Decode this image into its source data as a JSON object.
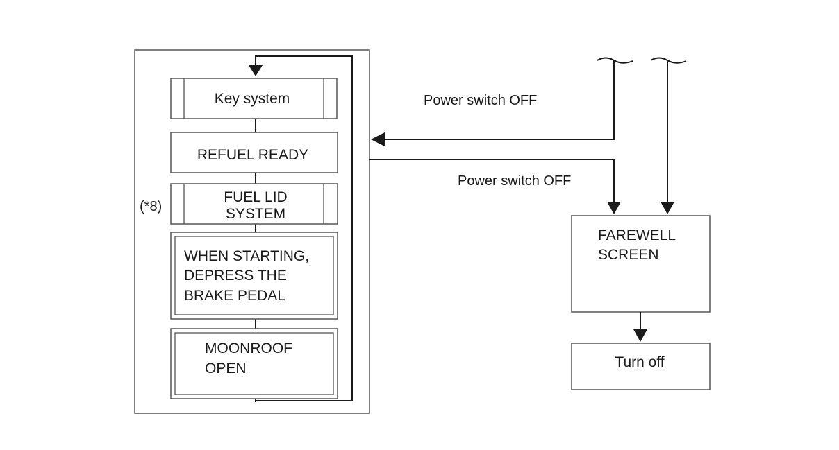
{
  "diagram": {
    "blocks": {
      "key_system": "Key system",
      "refuel_ready": "REFUEL READY",
      "fuel_lid": [
        "FUEL LID",
        "SYSTEM"
      ],
      "fuel_lid_note": "(*8)",
      "brake_pedal": [
        "WHEN STARTING,",
        "DEPRESS THE",
        "BRAKE PEDAL"
      ],
      "moonroof": [
        "MOONROOF",
        "OPEN"
      ],
      "farewell": [
        "FAREWELL",
        "SCREEN"
      ],
      "turn_off": "Turn off"
    },
    "edges": {
      "power_off_in": "Power switch OFF",
      "power_off_out": "Power switch OFF"
    }
  }
}
